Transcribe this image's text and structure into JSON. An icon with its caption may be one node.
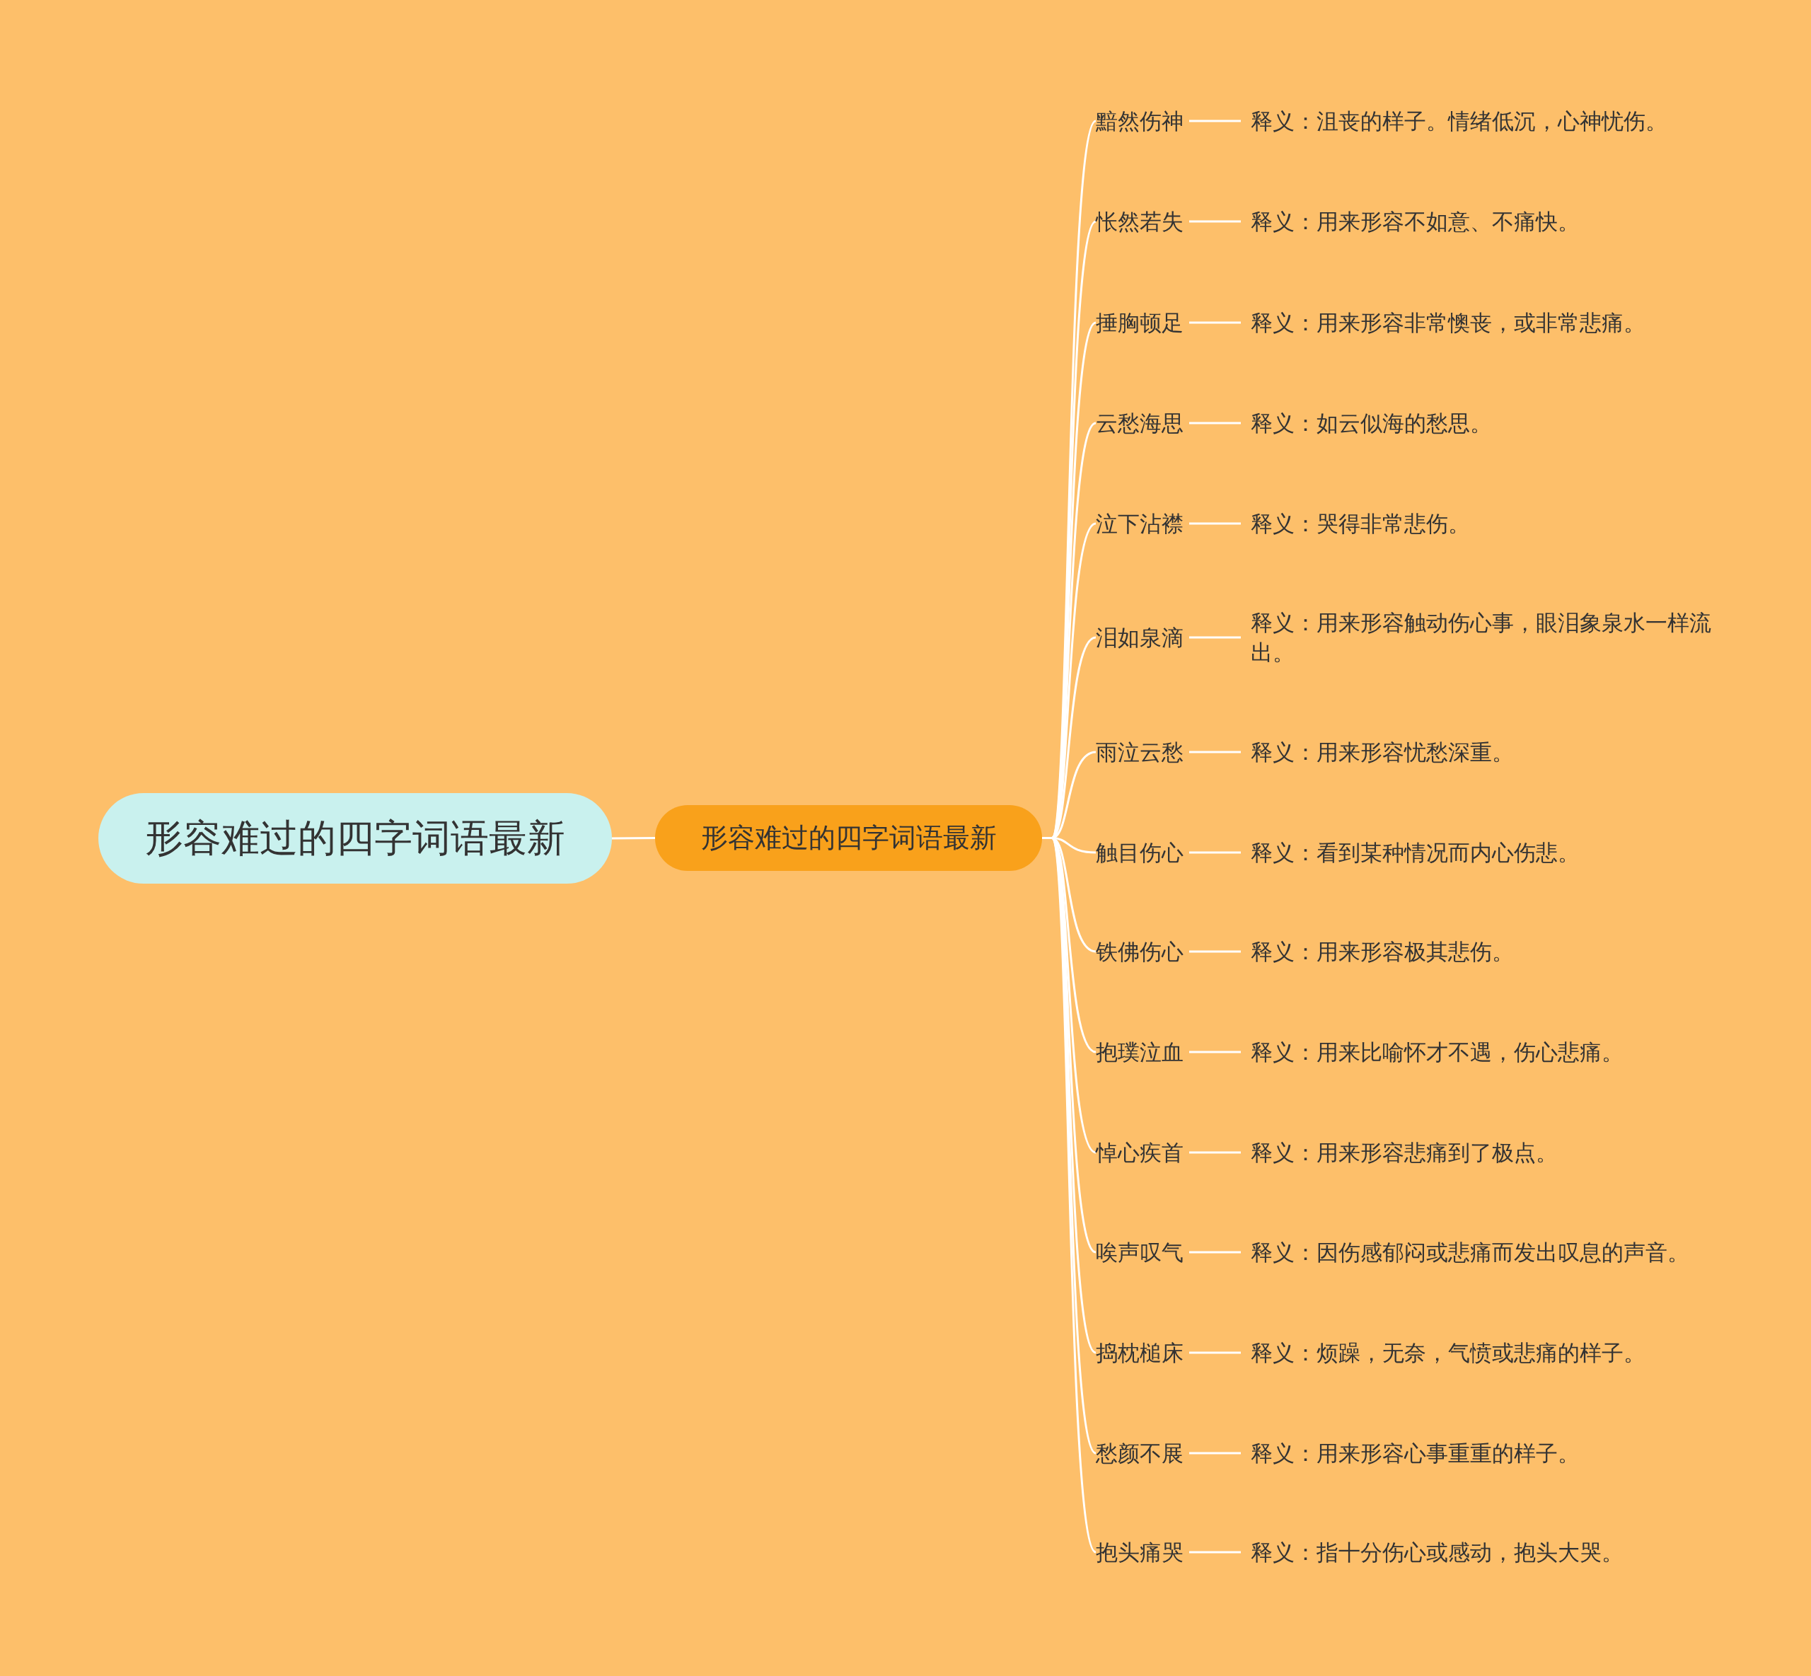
{
  "diagram": {
    "nodes": [
      {
        "text": [
          "形容难过的四字词语最新"
        ]
      },
      {
        "text": [
          "形容难过的四字词语最新"
        ]
      },
      {
        "text": [
          "黯然伤神"
        ]
      },
      {
        "text": [
          "释义：沮丧的样子。情绪低沉，心神忧伤。"
        ]
      },
      {
        "text": [
          "怅然若失"
        ]
      },
      {
        "text": [
          "释义：用来形容不如意、不痛快。"
        ]
      },
      {
        "text": [
          "捶胸顿足"
        ]
      },
      {
        "text": [
          "释义：用来形容非常懊丧，或非常悲痛。"
        ]
      },
      {
        "text": [
          "云愁海思"
        ]
      },
      {
        "text": [
          "释义：如云似海的愁思。"
        ]
      },
      {
        "text": [
          "泣下沾襟"
        ]
      },
      {
        "text": [
          "释义：哭得非常悲伤。"
        ]
      },
      {
        "text": [
          "泪如泉滴"
        ]
      },
      {
        "text": [
          "释义：用来形容触动伤心事，眼泪象泉水一样流出。"
        ]
      },
      {
        "text": [
          "雨泣云愁"
        ]
      },
      {
        "text": [
          "释义：用来形容忧愁深重。"
        ]
      },
      {
        "text": [
          "触目伤心"
        ]
      },
      {
        "text": [
          "释义：看到某种情况而内心伤悲。"
        ]
      },
      {
        "text": [
          "铁佛伤心"
        ]
      },
      {
        "text": [
          "释义：用来形容极其悲伤。"
        ]
      },
      {
        "text": [
          "抱璞泣血"
        ]
      },
      {
        "text": [
          "释义：用来比喻怀才不遇，伤心悲痛。"
        ]
      },
      {
        "text": [
          "悼心疾首"
        ]
      },
      {
        "text": [
          "释义：用来形容悲痛到了极点。"
        ]
      },
      {
        "text": [
          "唉声叹气"
        ]
      },
      {
        "text": [
          "释义：因伤感郁闷或悲痛而发出叹息的声音。"
        ]
      },
      {
        "text": [
          "捣枕槌床"
        ]
      },
      {
        "text": [
          "释义：烦躁，无奈，气愤或悲痛的样子。"
        ]
      },
      {
        "text": [
          "愁颜不展"
        ]
      },
      {
        "text": [
          "释义：用来形容心事重重的样子。"
        ]
      },
      {
        "text": [
          "抱头痛哭"
        ]
      },
      {
        "text": [
          "释义：指十分伤心或感动，抱头大哭。"
        ]
      }
    ],
    "edges": [
      {
        "from": 0,
        "to": 1,
        "arrow": "none"
      },
      {
        "from": 1,
        "to": 2,
        "arrow": "none"
      },
      {
        "from": 2,
        "to": 3,
        "arrow": "none"
      },
      {
        "from": 1,
        "to": 4,
        "arrow": "none"
      },
      {
        "from": 4,
        "to": 5,
        "arrow": "none"
      },
      {
        "from": 1,
        "to": 6,
        "arrow": "none"
      },
      {
        "from": 6,
        "to": 7,
        "arrow": "none"
      },
      {
        "from": 1,
        "to": 8,
        "arrow": "none"
      },
      {
        "from": 8,
        "to": 9,
        "arrow": "none"
      },
      {
        "from": 1,
        "to": 10,
        "arrow": "none"
      },
      {
        "from": 10,
        "to": 11,
        "arrow": "none"
      },
      {
        "from": 1,
        "to": 12,
        "arrow": "none"
      },
      {
        "from": 12,
        "to": 13,
        "arrow": "none"
      },
      {
        "from": 1,
        "to": 14,
        "arrow": "none"
      },
      {
        "from": 14,
        "to": 15,
        "arrow": "none"
      },
      {
        "from": 1,
        "to": 16,
        "arrow": "none"
      },
      {
        "from": 16,
        "to": 17,
        "arrow": "none"
      },
      {
        "from": 1,
        "to": 18,
        "arrow": "none"
      },
      {
        "from": 18,
        "to": 19,
        "arrow": "none"
      },
      {
        "from": 1,
        "to": 20,
        "arrow": "none"
      },
      {
        "from": 20,
        "to": 21,
        "arrow": "none"
      },
      {
        "from": 1,
        "to": 22,
        "arrow": "none"
      },
      {
        "from": 22,
        "to": 23,
        "arrow": "none"
      },
      {
        "from": 1,
        "to": 24,
        "arrow": "none"
      },
      {
        "from": 24,
        "to": 25,
        "arrow": "none"
      },
      {
        "from": 1,
        "to": 26,
        "arrow": "none"
      },
      {
        "from": 26,
        "to": 27,
        "arrow": "none"
      },
      {
        "from": 1,
        "to": 28,
        "arrow": "none"
      },
      {
        "from": 28,
        "to": 29,
        "arrow": "none"
      },
      {
        "from": 1,
        "to": 30,
        "arrow": "none"
      },
      {
        "from": 30,
        "to": 31,
        "arrow": "none"
      }
    ]
  }
}
